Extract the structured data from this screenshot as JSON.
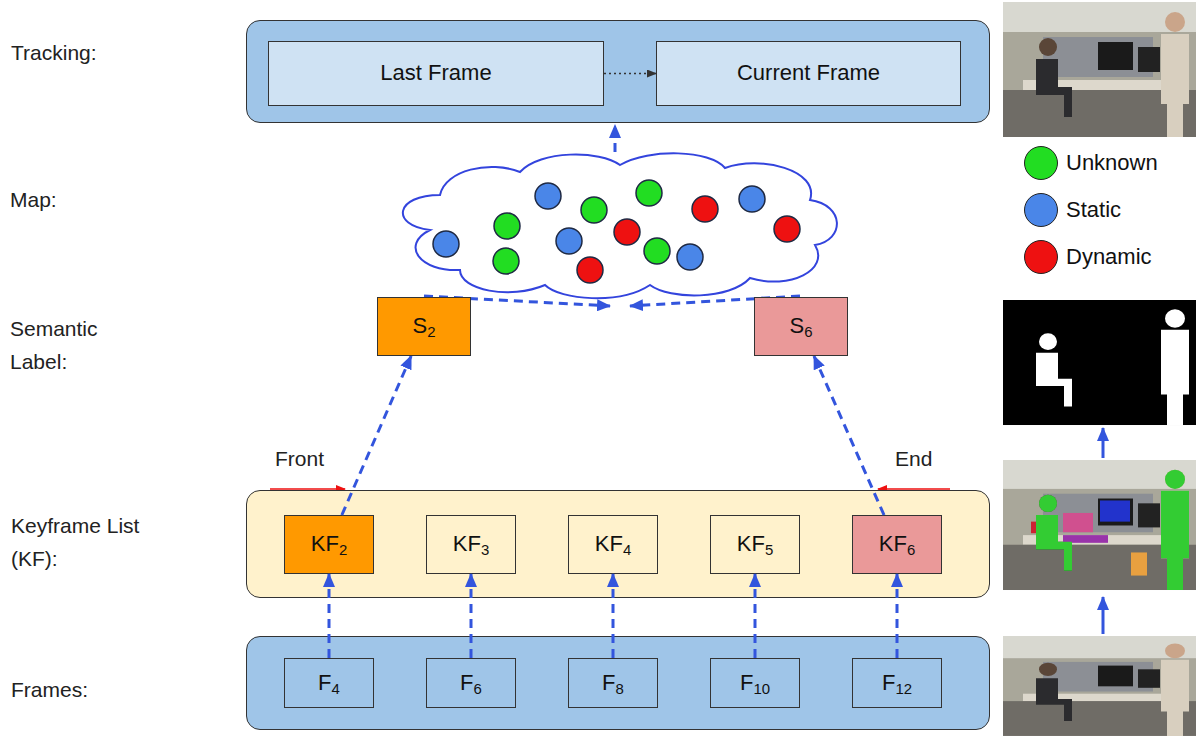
{
  "diagram": {
    "nodes": [
      {
        "text": [
          "Tracking:"
        ]
      },
      {
        "text": [
          "Last Frame"
        ],
        "in": 0
      },
      {
        "text": [
          "Current Frame"
        ],
        "in": 0
      },
      {
        "text": [
          "S2"
        ]
      },
      {
        "text": [
          "S6"
        ]
      },
      {
        "text": [
          "Keyframe List (KF):"
        ]
      },
      {
        "text": [
          "KF2"
        ],
        "in": 5
      },
      {
        "text": [
          "KF3"
        ],
        "in": 5
      },
      {
        "text": [
          "KF4"
        ],
        "in": 5
      },
      {
        "text": [
          "KF5"
        ],
        "in": 5
      },
      {
        "text": [
          "KF6"
        ],
        "in": 5
      },
      {
        "text": [
          "Frames:"
        ]
      },
      {
        "text": [
          "F4"
        ],
        "in": 11
      },
      {
        "text": [
          "F6"
        ],
        "in": 11
      },
      {
        "text": [
          "F8"
        ],
        "in": 11
      },
      {
        "text": [
          "F10"
        ],
        "in": 11
      },
      {
        "text": [
          "F12"
        ],
        "in": 11
      }
    ],
    "edges": [
      {
        "from": 1,
        "to": 2,
        "arrow": "to"
      },
      {
        "from": 6,
        "to": 3,
        "arrow": "to"
      },
      {
        "from": 10,
        "to": 4,
        "arrow": "to"
      },
      {
        "from": 12,
        "to": 6,
        "arrow": "to"
      },
      {
        "from": 13,
        "to": 7,
        "arrow": "to"
      },
      {
        "from": 14,
        "to": 8,
        "arrow": "to"
      },
      {
        "from": 15,
        "to": 9,
        "arrow": "to"
      },
      {
        "from": 16,
        "to": 10,
        "arrow": "to"
      }
    ],
    "labels": [
      "Map:",
      "Semantic Label:",
      "Front",
      "End"
    ],
    "legend": [
      {
        "text": "Unknown",
        "color": "#22dd22"
      },
      {
        "text": "Static",
        "color": "#4a86e8"
      },
      {
        "text": "Dynamic",
        "color": "#ee1111"
      }
    ]
  }
}
